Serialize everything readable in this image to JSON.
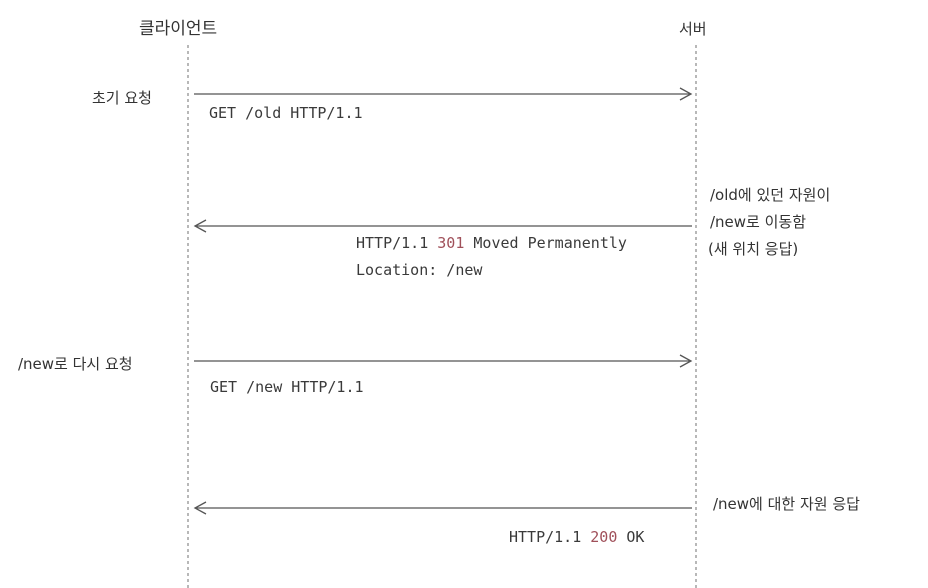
{
  "participants": {
    "client": "클라이언트",
    "server": "서버"
  },
  "messages": [
    {
      "side_label": "초기 요청",
      "line": "GET /old HTTP/1.1"
    },
    {
      "note_lines": [
        "/old에 있던 자원이",
        "/new로 이동함",
        "(새 위치 응답)"
      ],
      "status_prefix": "HTTP/1.1 ",
      "status_code": "301",
      "status_suffix": " Moved Permanently",
      "line2": "Location: /new"
    },
    {
      "side_label": "/new로 다시 요청",
      "line": "GET /new HTTP/1.1"
    },
    {
      "note_lines": [
        "/new에 대한 자원 응답"
      ],
      "status_prefix": "HTTP/1.1 ",
      "status_code": "200",
      "status_suffix": " OK"
    }
  ],
  "colors": {
    "status_code": "#a0505a",
    "line": "#555555"
  }
}
